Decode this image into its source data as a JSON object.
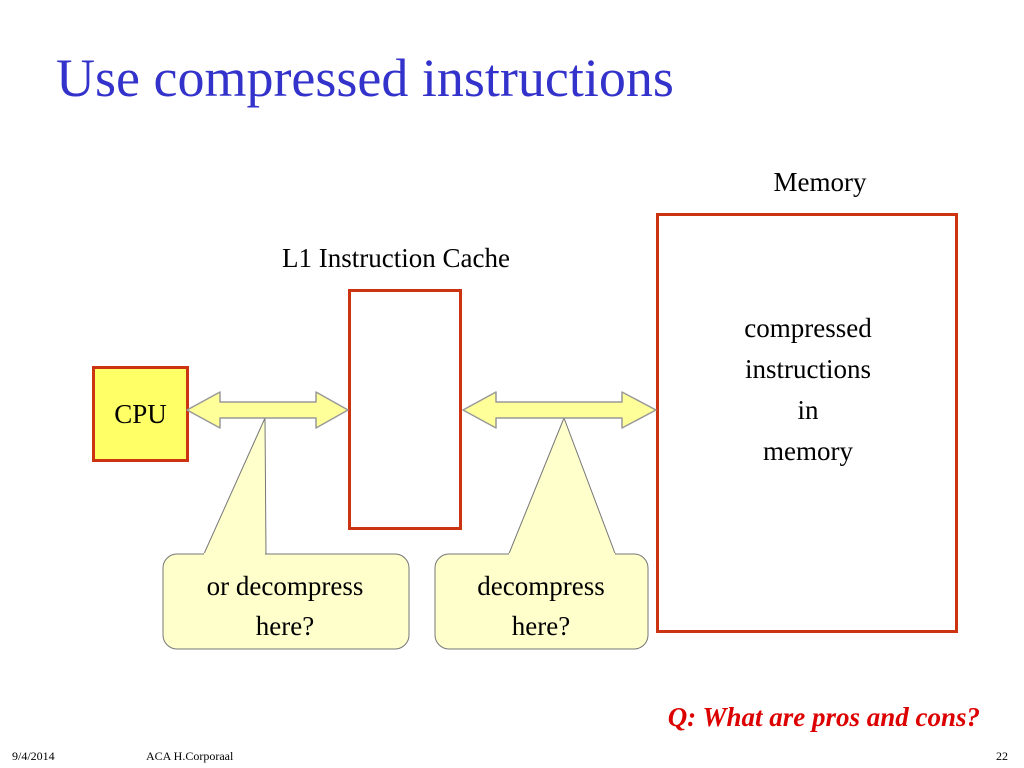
{
  "title": "Use compressed instructions",
  "memory": {
    "label": "Memory",
    "contents": [
      "compressed",
      "instructions",
      "in",
      "memory"
    ]
  },
  "cache": {
    "label": "L1 Instruction Cache"
  },
  "cpu": {
    "label": "CPU"
  },
  "callouts": [
    {
      "lines": [
        "or decompress",
        "here?"
      ]
    },
    {
      "lines": [
        "decompress",
        "here?"
      ]
    }
  ],
  "question": "Q: What are pros and cons?",
  "footer": {
    "date": "9/4/2014",
    "author": "ACA H.Corporaal",
    "page": "22"
  },
  "colors": {
    "title": "#3333cc",
    "box_border": "#cc3311",
    "cpu_fill": "#ffff66",
    "arrow_fill": "#ffff99",
    "callout_fill": "#ffffcc",
    "question": "#dd0000"
  }
}
